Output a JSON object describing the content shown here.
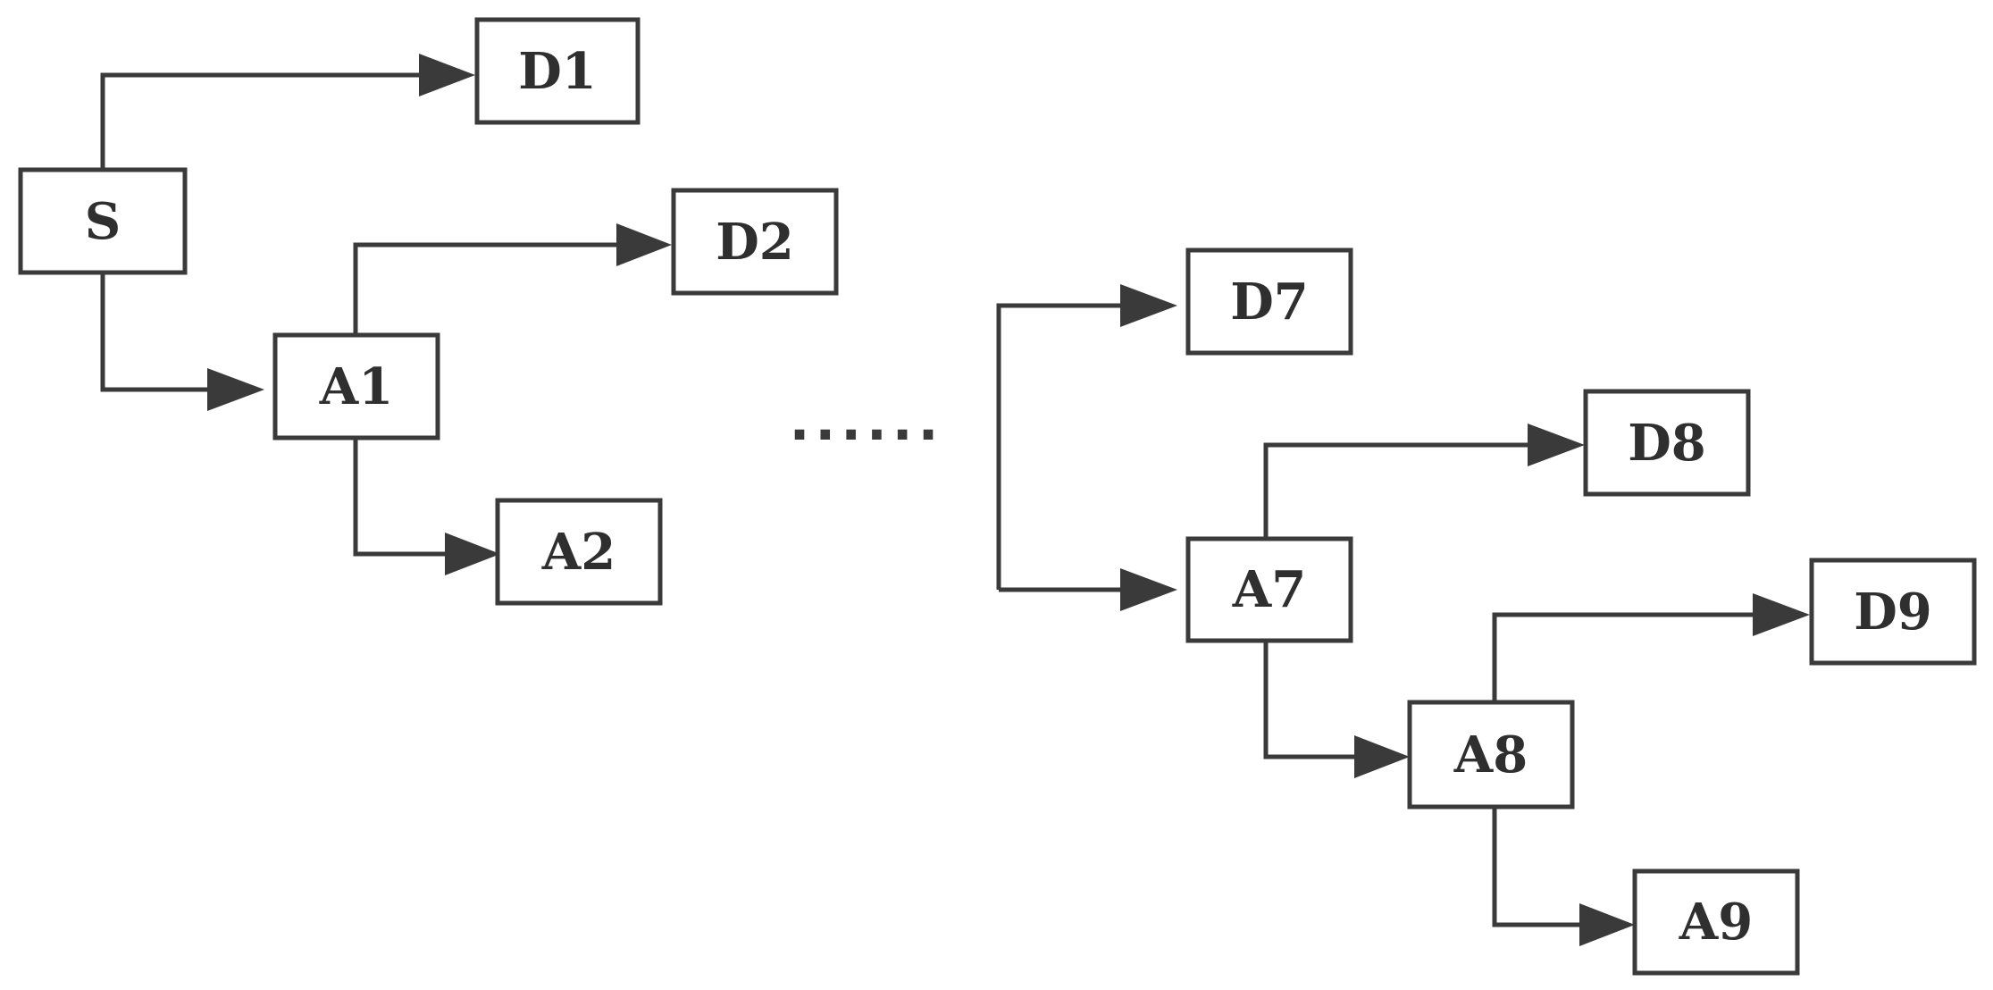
{
  "diagram": {
    "nodes": {
      "S": {
        "label": "S"
      },
      "D1": {
        "label": "D1"
      },
      "A1": {
        "label": "A1"
      },
      "D2": {
        "label": "D2"
      },
      "A2": {
        "label": "A2"
      },
      "D7": {
        "label": "D7"
      },
      "A7": {
        "label": "A7"
      },
      "D8": {
        "label": "D8"
      },
      "A8": {
        "label": "A8"
      },
      "D9": {
        "label": "D9"
      },
      "A9": {
        "label": "A9"
      }
    },
    "edges": [
      {
        "from": "S",
        "to": "D1"
      },
      {
        "from": "S",
        "to": "A1"
      },
      {
        "from": "A1",
        "to": "D2"
      },
      {
        "from": "A1",
        "to": "A2"
      },
      {
        "from": "A7",
        "to": "D8"
      },
      {
        "from": "A7",
        "to": "A8"
      },
      {
        "from": "A8",
        "to": "D9"
      },
      {
        "from": "A8",
        "to": "A9"
      }
    ],
    "continuation": "......"
  }
}
